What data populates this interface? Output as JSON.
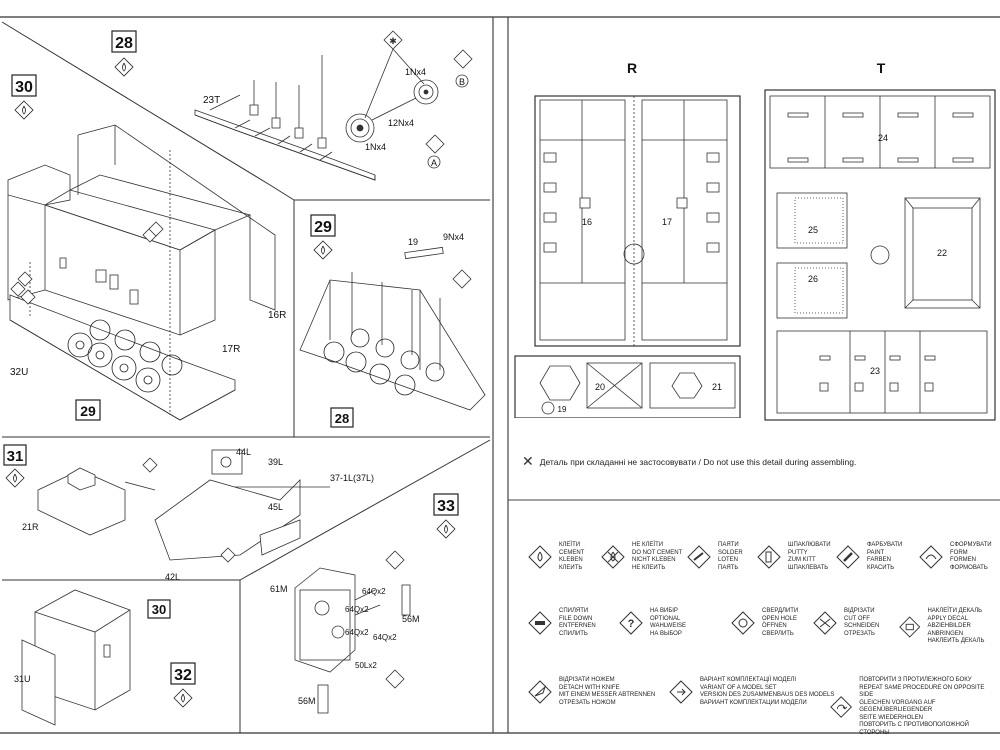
{
  "steps": {
    "s28": "28",
    "s29": "29",
    "s30": "30",
    "s31": "31",
    "s32": "32",
    "s33": "33",
    "s30ref": "30",
    "s29ref": "29",
    "s28ref": "28"
  },
  "parts": {
    "p23T": "23T",
    "p1Nx4a": "1Nx4",
    "p12Nx4": "12Nx4",
    "p1Nx4b": "1Nx4",
    "pA": "A",
    "pB": "B",
    "p32U": "32U",
    "p16R": "16R",
    "p17R": "17R",
    "p19": "19",
    "p9Nx4": "9Nx4",
    "p44L": "44L",
    "p39L": "39L",
    "p45L": "45L",
    "p42L": "42L",
    "p21R": "21R",
    "p371L": "37-1L(37L)",
    "p61M": "61M",
    "p64Qx2a": "64Qx2",
    "p64Qx2b": "64Qx2",
    "p64Qx2c": "64Qx2",
    "p64Qx2d": "64Qx2",
    "p50Lx2": "50Lx2",
    "p56Ma": "56M",
    "p56Mb": "56M",
    "p31U": "31U"
  },
  "sprues": {
    "R": {
      "label": "R",
      "parts": [
        "16",
        "17",
        "20",
        "21",
        "19"
      ]
    },
    "T": {
      "label": "T",
      "parts": [
        "24",
        "25",
        "22",
        "26",
        "23"
      ]
    }
  },
  "note": "Деталь при складанні не застосовувати / Do not use this detail during assembling.",
  "legend": [
    {
      "icon": "drop-icon",
      "text": "КЛЕЇТИ\nCEMENT\nKLEBEN\nКЛЕИТЬ"
    },
    {
      "icon": "no-glue-icon",
      "text": "НЕ КЛЕЇТИ\nDO NOT CEMENT\nNICHT KLEBEN\nНЕ КЛЕИТЬ"
    },
    {
      "icon": "solder-icon",
      "text": "ПАЯТИ\nSOLDER\nLOTEN\nПАЯТЬ"
    },
    {
      "icon": "putty-icon",
      "text": "ШПАКЛЮВАТИ\nPUTTY\nZUM KITT\nШПАКЛЕВАТЬ"
    },
    {
      "icon": "paint-icon",
      "text": "ФАРБУВАТИ\nPAINT\nFARBEN\nКРАСИТЬ"
    },
    {
      "icon": "form-icon",
      "text": "СФОРМУВАТИ\nFORM\nFORMEN\nФОРМОВАТЬ"
    },
    {
      "icon": "file-icon",
      "text": "СПИЛЯТИ\nFILE DOWN\nENTFERNEN\nСПИЛИТЬ"
    },
    {
      "icon": "optional-icon",
      "text": "НА ВИБІР\nOPTIONAL\nWAHLWEISE\nНА ВЫБОР"
    },
    {
      "icon": "drill-icon",
      "text": "СВЕРДЛИТИ\nOPEN HOLE\nÖFFNEN\nСВЕРЛИТЬ"
    },
    {
      "icon": "cut-icon",
      "text": "ВІДРІЗАТИ\nCUT OFF\nSCHNEIDEN\nОТРЕЗАТЬ"
    },
    {
      "icon": "decal-icon",
      "text": "НАКЛЕЇТИ ДЕКАЛЬ\nAPPLY DECAL\nABZIEHBILDER ANBRINGEN\nНАКЛЕИТЬ ДЕКАЛЬ"
    },
    {
      "icon": "knife-icon",
      "text": "ВІДРІЗАТИ НОЖЕМ\nDETACH WITH KNIFE\nMIT EINEM MESSER ABTRENNEN\nОТРЕЗАТЬ НОЖОМ"
    },
    {
      "icon": "variant-icon",
      "text": "ВАРІАНТ КОМПЛЕКТАЦІЇ МОДЕЛІ\nVARIANT OF A MODEL SET\nVERSION DES ZUSAMMENBAUS DES MODELS\nВАРИАНТ КОМПЛЕКТАЦИИ МОДЕЛИ"
    },
    {
      "icon": "repeat-icon",
      "text": "ПОВТОРИТИ З ПРОТИЛЕЖНОГО БОКУ\nREPEAT SAME PROCEDURE ON OPPOSITE SIDE\nGLEICHEN VORGANG AUF GEGENÜBERLIEGENDER\nSEITE WIEDERHOLEN\nПОВТОРИТЬ С ПРОТИВОПОЛОЖНОЙ СТОРОНЫ"
    }
  ]
}
